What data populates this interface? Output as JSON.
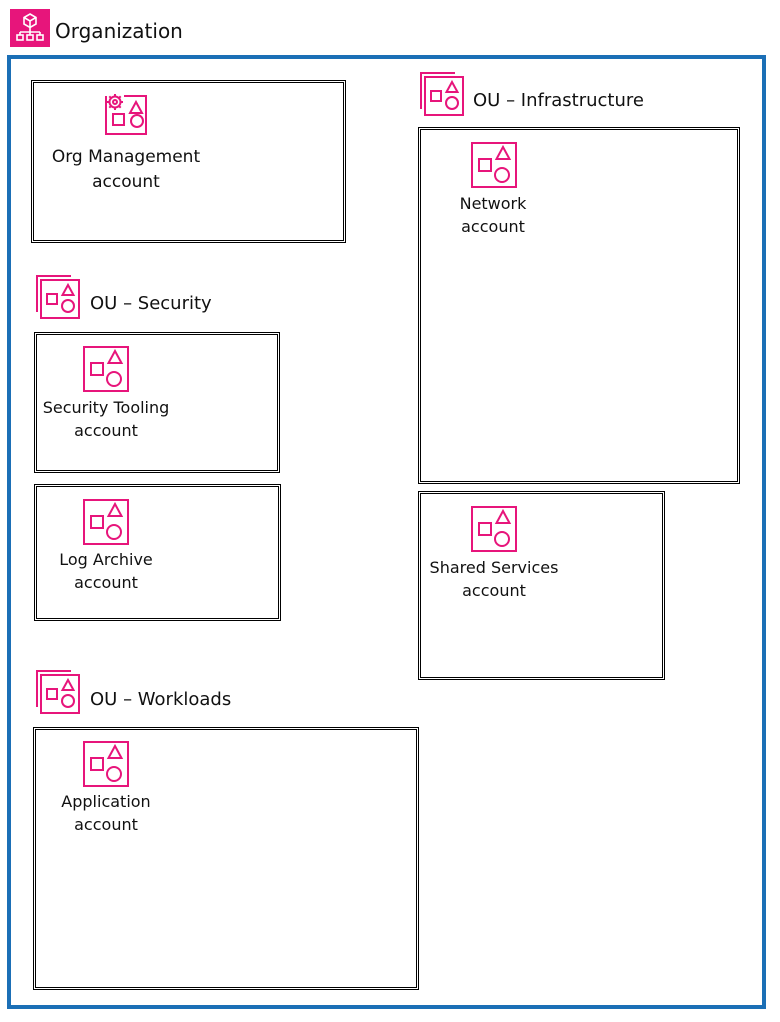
{
  "organization": {
    "title": "Organization",
    "icon": "organization-icon",
    "frame_color": "#1b6fb6",
    "icon_bg": "#e7157b"
  },
  "accent_color": "#e7157b",
  "management": {
    "icon": "management-account-icon",
    "line1": "Org Management",
    "line2": "account"
  },
  "ou_security": {
    "label": "OU – Security",
    "icon": "organizational-unit-icon",
    "accounts": [
      {
        "icon": "account-icon",
        "line1": "Security Tooling",
        "line2": "account"
      },
      {
        "icon": "account-icon",
        "line1": "Log Archive",
        "line2": "account"
      }
    ]
  },
  "ou_workloads": {
    "label": "OU – Workloads",
    "icon": "organizational-unit-icon",
    "accounts": [
      {
        "icon": "account-icon",
        "line1": "Application",
        "line2": "account"
      }
    ]
  },
  "ou_infrastructure": {
    "label": "OU – Infrastructure",
    "icon": "organizational-unit-icon",
    "accounts": [
      {
        "icon": "account-icon",
        "line1": "Network",
        "line2": "account"
      },
      {
        "icon": "account-icon",
        "line1": "Shared Services",
        "line2": "account"
      }
    ]
  }
}
